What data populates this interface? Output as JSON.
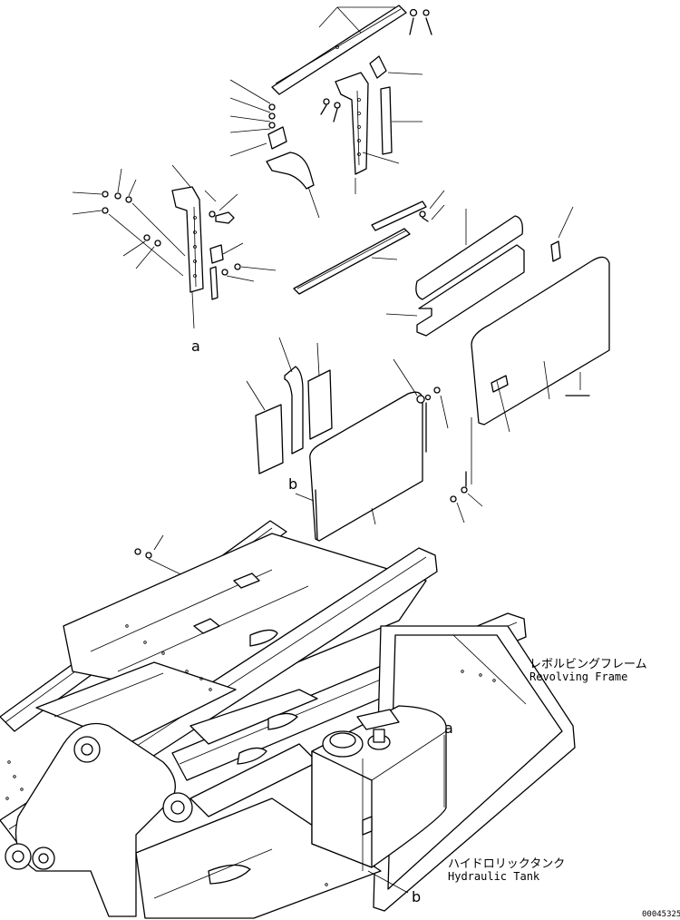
{
  "labels": {
    "revolving_frame_jp": "レボルビングフレーム",
    "revolving_frame_en": "Revolving Frame",
    "hydraulic_tank_jp": "ハイドロリックタンク",
    "hydraulic_tank_en": "Hydraulic Tank",
    "callout_a": "a",
    "callout_b": "b",
    "drawing_code": "00045325"
  }
}
